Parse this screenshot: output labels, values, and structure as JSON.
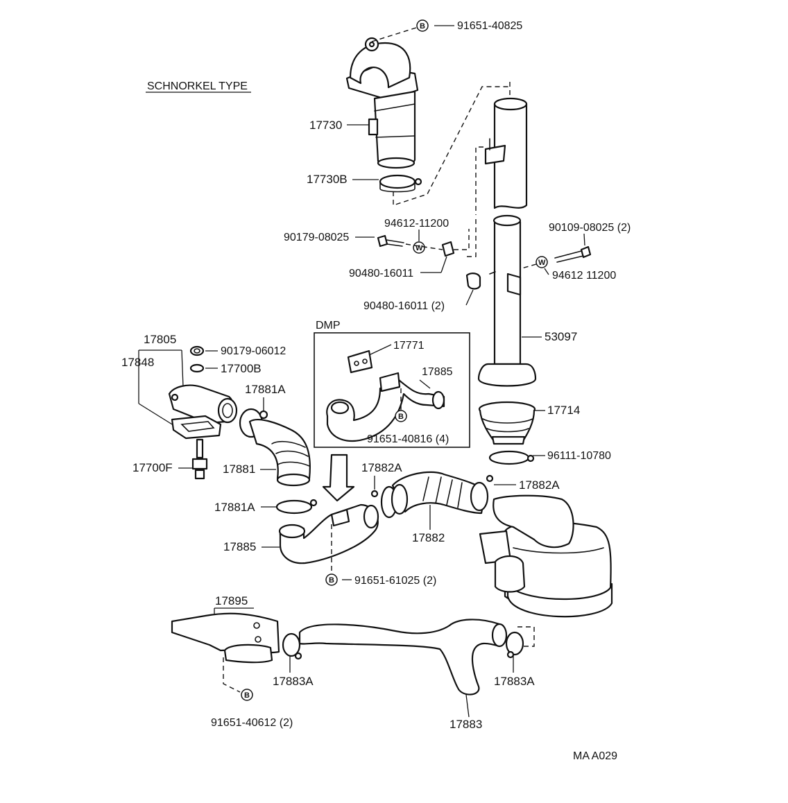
{
  "section_title": "SCHNORKEL TYPE",
  "dmp_label": "DMP",
  "drawing_code": "MA A029",
  "marker_b": "B",
  "marker_w": "W",
  "labels": {
    "p_91651_40825": "91651-40825",
    "p_17730": "17730",
    "p_17730b": "17730B",
    "p_94612_11200_a": "94612-11200",
    "p_90179_08025": "90179-08025",
    "p_90480_16011": "90480-16011",
    "p_90109_08025": "90109-08025 (2)",
    "p_94612_11200_b": "94612 11200",
    "p_90480_16011_2": "90480-16011 (2)",
    "p_53097": "53097",
    "p_17805": "17805",
    "p_17848": "17848",
    "p_90179_06012": "90179-06012",
    "p_17700b": "17700B",
    "p_17881a_top": "17881A",
    "p_17771": "17771",
    "p_17885_dmp": "17885",
    "p_91651_40816": "91651-40816 (4)",
    "p_17714": "17714",
    "p_96111_10780": "96111-10780",
    "p_17700f": "17700F",
    "p_17881": "17881",
    "p_17882a_left": "17882A",
    "p_17882a_right": "17882A",
    "p_17881a_bottom": "17881A",
    "p_17882": "17882",
    "p_17885": "17885",
    "p_91651_61025": "91651-61025 (2)",
    "p_17895": "17895",
    "p_17883a_left": "17883A",
    "p_17883a_right": "17883A",
    "p_91651_40612": "91651-40612 (2)",
    "p_17883": "17883"
  }
}
